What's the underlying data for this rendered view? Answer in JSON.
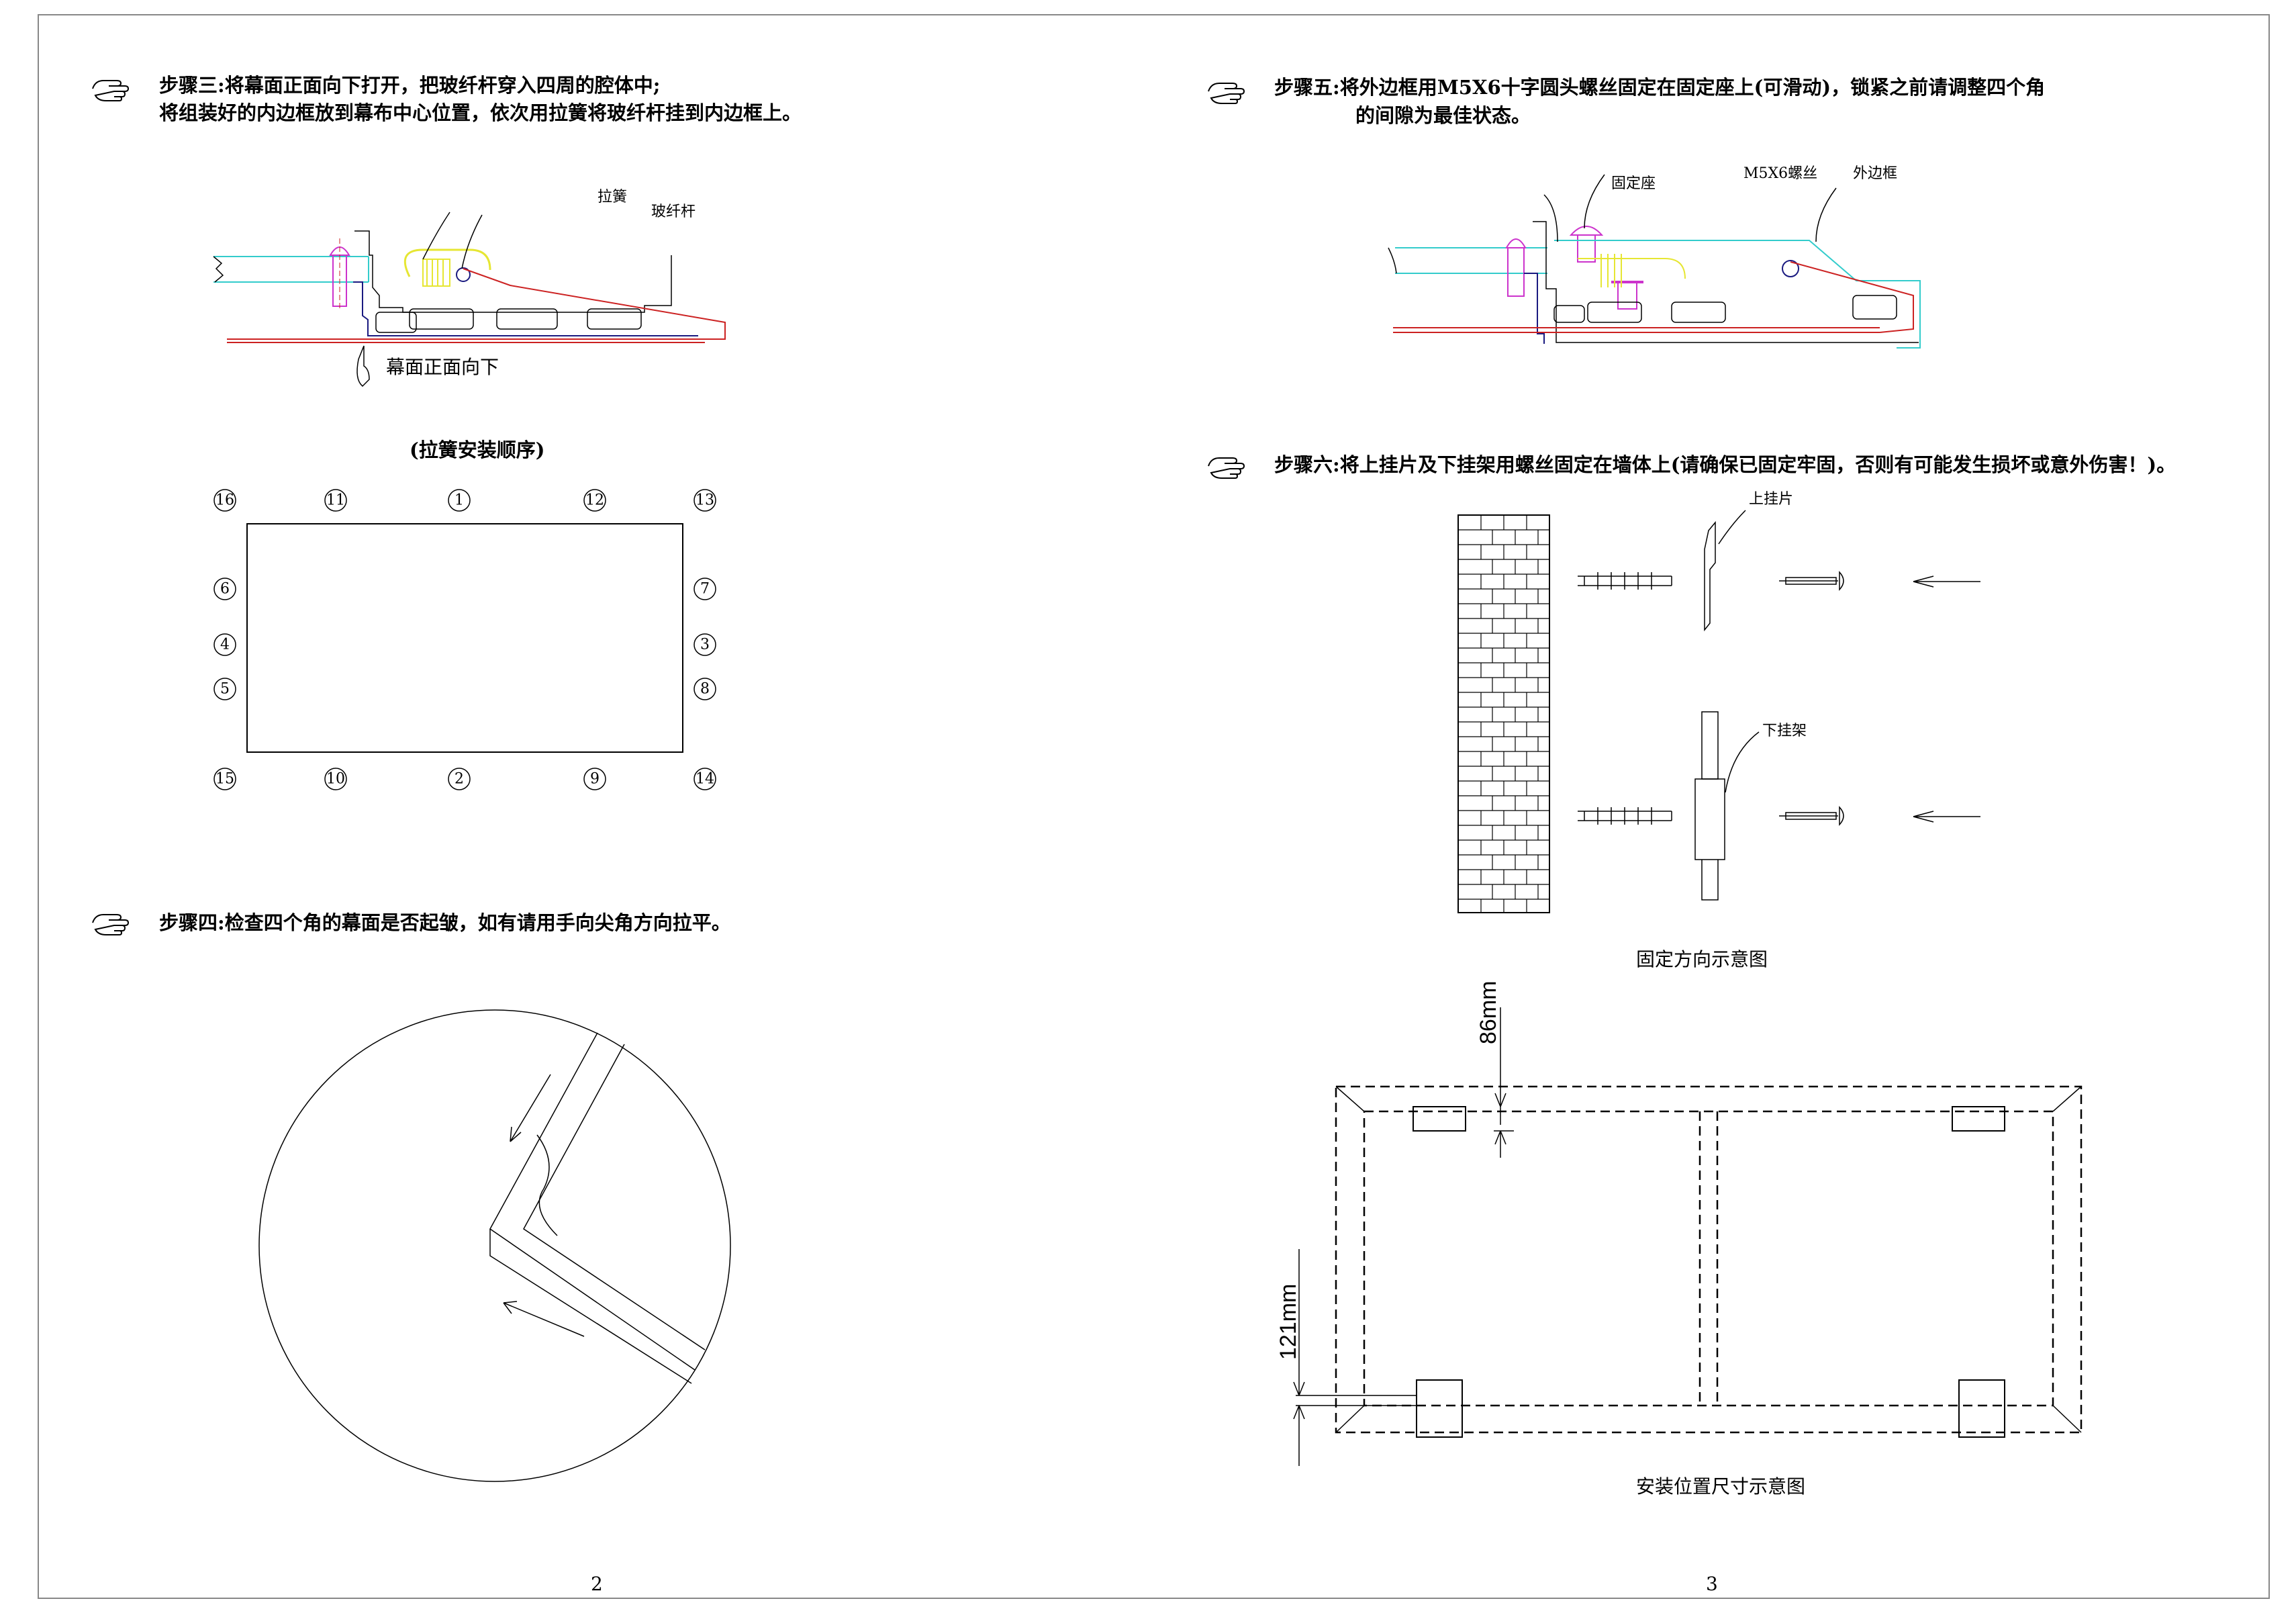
{
  "colors": {
    "cyan": "#33cccc",
    "magenta": "#cc33cc",
    "yellow": "#e6e633",
    "red": "#cc2222",
    "navy": "#1a1a80",
    "border": "#888888"
  },
  "step3": {
    "line1": "步骤三:将幕面正面向下打开，把玻纤杆穿入四周的腔体中;",
    "line2": "将组装好的内边框放到幕布中心位置，依次用拉簧将玻纤杆挂到内边框上。",
    "label_spring": "拉簧",
    "label_rod": "玻纤杆",
    "caption": "幕面正面向下"
  },
  "spring_order": {
    "title": "(拉簧安装顺序)",
    "top": [
      "16",
      "11",
      "1",
      "12",
      "13"
    ],
    "left": [
      "6",
      "4",
      "5"
    ],
    "right": [
      "7",
      "3",
      "8"
    ],
    "bottom": [
      "15",
      "10",
      "2",
      "9",
      "14"
    ]
  },
  "step4": {
    "line1": "步骤四:检查四个角的幕面是否起皱，如有请用手向尖角方向拉平。"
  },
  "step5": {
    "line1": "步骤五:将外边框用M5X6十字圆头螺丝固定在固定座上(可滑动)，锁紧之前请调整四个角",
    "line2": "的间隙为最佳状态。",
    "label_seat": "固定座",
    "label_screw": "M5X6螺丝",
    "label_frame": "外边框"
  },
  "step6": {
    "line1": "步骤六:将上挂片及下挂架用螺丝固定在墙体上(请确保已固定牢固，否则有可能发生损坏或意外伤害！)。",
    "label_upper": "上挂片",
    "label_lower": "下挂架",
    "caption": "固定方向示意图"
  },
  "position": {
    "dim_top": "86mm",
    "dim_bottom": "121mm",
    "caption": "安装位置尺寸示意图"
  },
  "pages": {
    "left": "2",
    "right": "3"
  }
}
